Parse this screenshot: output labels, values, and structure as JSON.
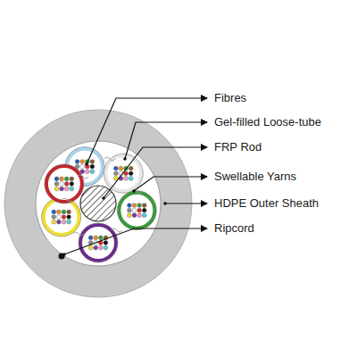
{
  "diagram": {
    "labels": [
      "Fibres",
      "Gel-filled Loose-tube",
      "FRP Rod",
      "Swellable Yarns",
      "HDPE Outer Sheath",
      "Ripcord"
    ]
  }
}
